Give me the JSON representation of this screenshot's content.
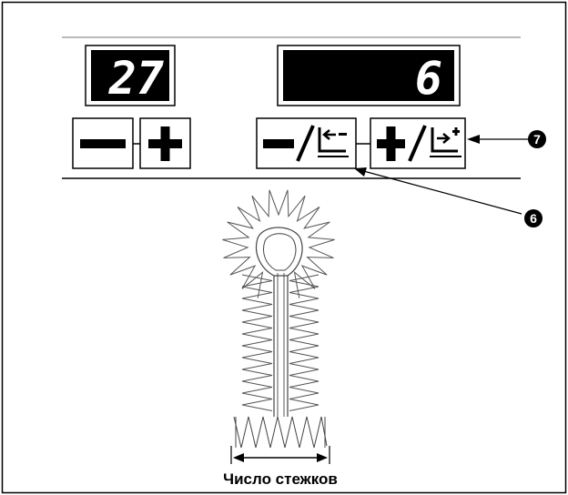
{
  "panel": {
    "left_display": "27",
    "right_display": "6",
    "left_minus": "−",
    "left_plus": "+",
    "right_minus": "−",
    "right_plus": "+",
    "callout_6": "6",
    "callout_7": "7"
  },
  "diagram": {
    "caption": "Число стежков"
  }
}
